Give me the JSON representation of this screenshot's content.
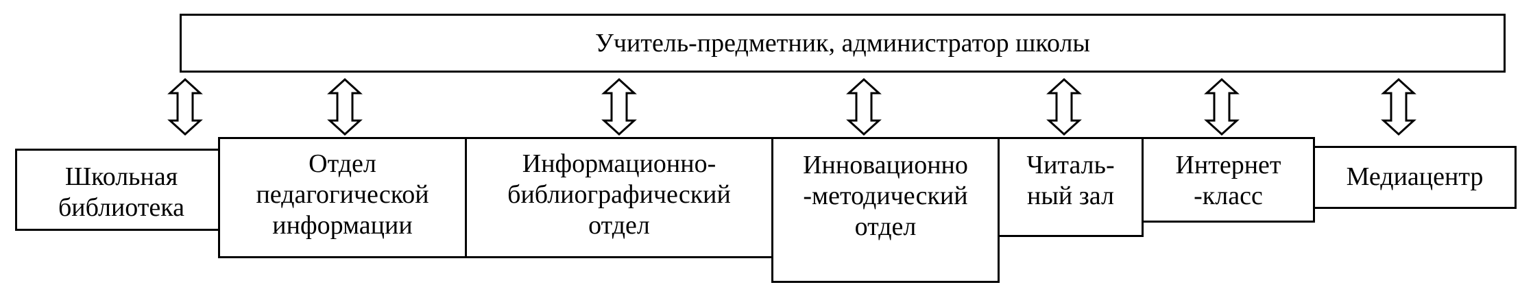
{
  "top": {
    "title": "Учитель-предметник, администратор школы"
  },
  "departments": [
    {
      "lines": [
        "Школьная",
        "библиотека"
      ]
    },
    {
      "lines": [
        "Отдел",
        "педагогической",
        "информации"
      ]
    },
    {
      "lines": [
        "Информационно-",
        "библиографический",
        "отдел"
      ]
    },
    {
      "lines": [
        "Инновационно",
        "-методический",
        "отдел"
      ]
    },
    {
      "lines": [
        "Читаль-",
        "ный зал"
      ]
    },
    {
      "lines": [
        "Интернет",
        "-класс"
      ]
    },
    {
      "lines": [
        "Медиацентр"
      ]
    }
  ]
}
